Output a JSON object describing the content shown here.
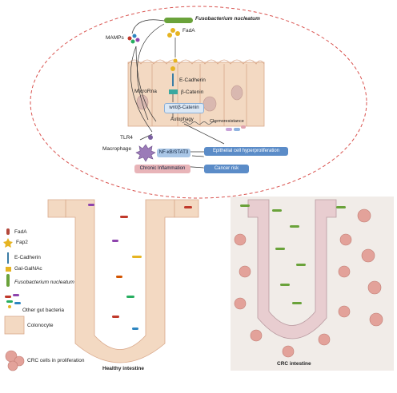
{
  "pathway": {
    "bacterium": "Fusobacterium nucleatum",
    "fada": "FadA",
    "mamps": "MAMPs",
    "e_cadherin": "E-Cadherin",
    "beta_catenin": "β-Catenin",
    "microrna": "MicroRna",
    "wnt": "wnt/β-Catenin",
    "autophagy": "Autophagy",
    "chemoresistance": "Chemoresistance",
    "tlr4": "TLR4",
    "macrophage": "Macrophage",
    "nfkb": "NF-κB/STAT3",
    "hyperproliferation": "Epithelial cell hyperproliferation",
    "inflammation": "Chronic Inflammation",
    "cancer_risk": "Cancer risk"
  },
  "legend": {
    "fada": "FadA",
    "fap2": "Fap2",
    "e_cadherin": "E-Cadherin",
    "galgalnac": "Gal-GalNAc",
    "fuso": "Fusobacterium nucleatum",
    "gut_bacteria": "Other gut bacteria",
    "colonocyte": "Colonocyte",
    "crc_cells": "CRC cells in proliferation"
  },
  "panels": {
    "healthy": "Healthy intestine",
    "crc": "CRC intestine"
  },
  "colors": {
    "dashed_outline": "#d9534f",
    "tissue": "#f3d9c2",
    "tissue_edge": "#d9a88a",
    "crc_bg": "#f1ece8",
    "fuso_green": "#6aa23a",
    "fada_red": "#b3473b",
    "fap2_yellow": "#e6b422",
    "box_blue": "#a9c6e6",
    "box_blue_dark": "#5b8cc8",
    "box_pink": "#e8b4b8"
  }
}
